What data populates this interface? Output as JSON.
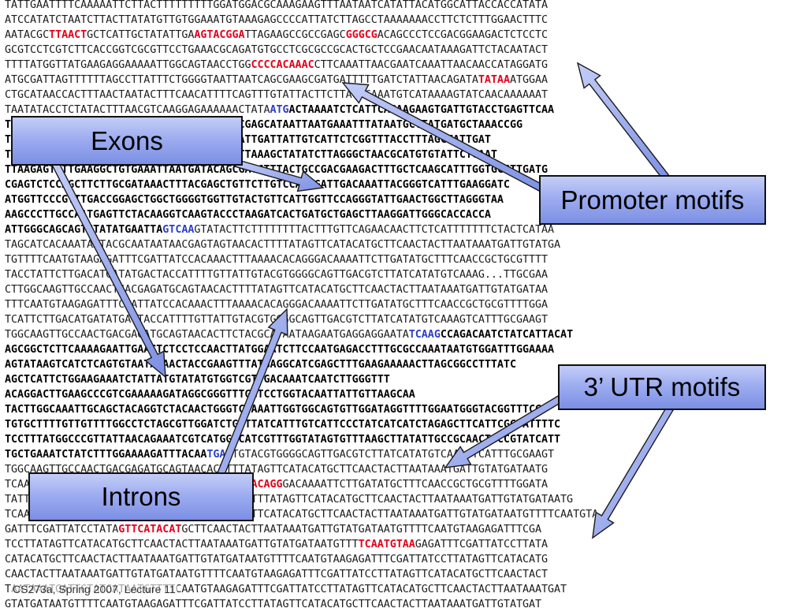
{
  "sequence_lines": [
    {
      "bold": false,
      "segments": [
        {
          "t": "TATTGAATTTTCAAAAATTCTTACTTTTTTTTTGGATGGACGCAAAGAAGTTTAATAATCATATTACATGGCATTACCACCATATA"
        }
      ]
    },
    {
      "bold": false,
      "segments": [
        {
          "t": "ATCCATATCTAATCTTACTTATATGTTGTGGAAATGTAAAGAGCCCCATTATCTTAGCCTAAAAAAACCTTCTCTTTGGAACTTTC"
        }
      ]
    },
    {
      "bold": false,
      "segments": [
        {
          "t": "AATACGC"
        },
        {
          "t": "TTAACT",
          "c": "red"
        },
        {
          "t": "GCTCATTGCTATATTGA"
        },
        {
          "t": "AGTACGGA",
          "c": "red"
        },
        {
          "t": "TTAGAAGCCGCCGAGC"
        },
        {
          "t": "GGGCG",
          "c": "red"
        },
        {
          "t": "ACAGCCCTCCGACGGAAGACTCTCCTC"
        }
      ]
    },
    {
      "bold": false,
      "segments": [
        {
          "t": "GCGTCCTCGTCTTCACCGGTCGCGTTCCTGAAACGCAGATGTGCCTCGCGCCGCACTGCTCCGAACAATAAAGATTCTACAATACT"
        }
      ]
    },
    {
      "bold": false,
      "segments": [
        {
          "t": "TTTTATGGTTATGAAGAGGAAAAATTGGCAGTAACCTGG"
        },
        {
          "t": "CCCCACAAAC",
          "c": "red"
        },
        {
          "t": "CTTCAAATTAACGAATCAAATTAACAACCATAGGATG"
        }
      ]
    },
    {
      "bold": false,
      "segments": [
        {
          "t": "ATGCGATTAGTTTTTTAGCCTTATTTCTGGGGTAATTAATCAGCGAAGCGATGATTTTTGATCTATTAACAGATA"
        },
        {
          "t": "TATAA",
          "c": "red"
        },
        {
          "t": "ATGGAA"
        }
      ]
    },
    {
      "bold": false,
      "segments": [
        {
          "t": "CTGCATAACCACTTTAACTAATACTTTCAACATTTTCAGTTTGTATTACTTCTTATTCAAATGTCATAAAAGTATCAACAAAAAAT"
        }
      ]
    },
    {
      "bold": false,
      "segments": [
        {
          "t": "TAATATACCTCTATACTTTAACGTCAAGGAGAAAAAACTATA"
        },
        {
          "t": "ATG",
          "c": "blue"
        },
        {
          "t": "ACTAAAATCTCATTCAGAAGAAGTGATTGTACCTGAGTTCAA",
          "c": "bold"
        }
      ]
    },
    {
      "bold": true,
      "segments": [
        {
          "t": "TAAGAGTCGTTCCATTGATATTTGGCCGAAAAGTGCCCGAGCATAATTAATGAAATTTATAATGCTTATGATGCTAAACCGG"
        }
      ]
    },
    {
      "bold": true,
      "segments": [
        {
          "t": "TGATTTAAGCTATGCTGGGCAATCTAATGGTGAACATATTGATTATTGTCATTCTCGGTTTACCTTTAGCTATTGAT"
        }
      ]
    },
    {
      "bold": true,
      "segments": [
        {
          "t": "TCATGCAATTTCCTTGGGAACGATGAGATTTCAAGTCTTAAAGCTATATCTTAGGGCTAACGCATGTGTATTCTGAAT"
        }
      ]
    },
    {
      "bold": true,
      "segments": [
        {
          "t": "TTAAGAGTCTTGAAGGCTGTGAAATTAATGATACAGCGAGCTTTACTGCCGACGAAGACTTTGCTCAAGCATTTGGTGCCTTGATG"
        }
      ]
    },
    {
      "bold": true,
      "segments": [
        {
          "t": "CGAGTCTCCAGCTTCTTGCGATAAACTTTACGAGCTGTTCTTGTCCAGAGATTGACAAATTACGGGTCATTTGAAGGATC"
        }
      ]
    },
    {
      "bold": true,
      "segments": [
        {
          "t": "ATGGTTCCCGTTTGACCGGAGCTGGCTGGGGTGGTTGTACTGTTCATTGGTTCCAGGGTATTGAACTGGCTTAGGGTAA"
        }
      ]
    },
    {
      "bold": true,
      "segments": [
        {
          "t": "AAGCCCTTGCCAATGAGTTCTACAAGGTCAAGTACCCTAAGATCACTGATGCTGAGCTTAAGGATTGGGCACCACCA"
        }
      ]
    },
    {
      "bold": false,
      "segments": [
        {
          "t": "ATTGGGCAGCAGTCTATATGAATTA",
          "c": "bold"
        },
        {
          "t": "GTCAA",
          "c": "blue"
        },
        {
          "t": "GTATACTTCTTTTTTTTACTTTGTTCAGAACAACTTCTCATTTTTTTCTACTCATAA"
        }
      ]
    },
    {
      "bold": false,
      "segments": [
        {
          "t": "TAGCATCACAAATAATACGCAATAATAACGAGTAGTAACACTTTTATAGTTCATACATGCTTCAACTACTTAATAAATGATTGTATGA"
        }
      ]
    },
    {
      "bold": false,
      "segments": [
        {
          "t": "TGTTTTCAATGTAAGAGATTTCGATTATCCACAAACTTTAAAACACAGGGACAAAATTCTTGATATGCTTTCAACCGCTGCGTTTT"
        }
      ]
    },
    {
      "bold": false,
      "segments": [
        {
          "t": "TACCTATTCTTGACATGATATGACTACCATTTTGTTATTGTACGTGGGGCAGTTGACGTCTTATCATATGTCAAAG...TTGCGAA"
        }
      ]
    },
    {
      "bold": false,
      "segments": [
        {
          "t": "CTTGGCAAGTTGCCAACTGACGAGATGCAGTAACACTTTTATAGTTCATACATGCTTCAACTACTTAATAAATGATTGTATGATAA"
        }
      ]
    },
    {
      "bold": false,
      "segments": [
        {
          "t": "TTTCAATGTAAGAGATTTCGATTATCCACAAACTTTAAAACACAGGGACAAAATTCTTGATATGCTTTCAACCGCTGCGTTTTGGA"
        }
      ]
    },
    {
      "bold": false,
      "segments": [
        {
          "t": "TCATTCTTGACATGATATGACTACCATTTTGTTATTGTACGTGGGGCAGTTGACGTCTTATCATATGTCAAAGTCATTTGCGAAGT"
        }
      ]
    },
    {
      "bold": false,
      "segments": [
        {
          "t": "TGGCAAGTTGCCAACTGACGAGATGCAGTAACACTTCTACGCATAATAAGAATGAGGAGGAATA"
        },
        {
          "t": "TCAAG",
          "c": "blue"
        },
        {
          "t": "CCAGACAATCTATCATTACAT",
          "c": "bold"
        }
      ]
    },
    {
      "bold": true,
      "segments": [
        {
          "t": "AGCGGCTCTTCAAAAGAATTGAACTCTCCTCCAACTTATGGAATCTTCCAATGAGACCTTTGCGCCAAATAATGTGGATTTGGAAAA"
        }
      ]
    },
    {
      "bold": true,
      "segments": [
        {
          "t": "AGTATAAGTCATCTCAGTGTAATATAACTACCGAAGTTTATGAGGCATCGAGCTTTGAAGAAAAACTTAGCGGCCTTTATC"
        }
      ]
    },
    {
      "bold": true,
      "segments": [
        {
          "t": "AGCTCATTCTGGAAGAAATCTATTATGTATATGTGGTCGTTGACAAATCAATCTTGGGTTT"
        }
      ]
    },
    {
      "bold": true,
      "segments": [
        {
          "t": "ACAGGACTTGAAGCCCGTCGAAAAAGATAGGCGGGTTTGGTCCTGGTACAATTATTGTTAAGCAA"
        }
      ]
    },
    {
      "bold": true,
      "segments": [
        {
          "t": "TACTTGGCAAATTGCAGCTACAGGTCTACAACTGGGTCTAAATTGGTGGCAGTGTTGGATAGGTTTTGGAATGGGTACGGTTTCG"
        }
      ]
    },
    {
      "bold": true,
      "segments": [
        {
          "t": "TGTGCTTTTGTTGTTTTGGCCTCTAGCGTTGGATCTGCTTATCATTTGTCATTCCCTATCATCATCTAGAGCTTCATTCGGTATTTTC"
        }
      ]
    },
    {
      "bold": true,
      "segments": [
        {
          "t": "TCCTTTATGGCCCGTTATTAACAGAAATCGTCATGGCCATCGTTTGGTATAGTGTTTAAGCTTATATTGCCGCAACTCCCGTATCATT"
        }
      ]
    },
    {
      "bold": false,
      "segments": [
        {
          "t": "TGCTGAAATCTATCTTTGGAAAAGATTTACAA",
          "c": "bold"
        },
        {
          "t": "TGA",
          "c": "blue"
        },
        {
          "t": "TTGTACGTGGGGCAGTTGACGTCTTATCATATGTCAAAGTCATTTGCGAAGT"
        }
      ]
    },
    {
      "bold": false,
      "segments": [
        {
          "t": "TGGCAAGTTGCCAACTGACGAGATGCAGTAACACTTTTATAGTTCATACATGCTTCAACTACTTAATAAATGATTGTATGATAATG"
        }
      ]
    },
    {
      "bold": false,
      "segments": [
        {
          "t": "TCAATGTAAGAGATTTCGATTATCCACAAACTTTAA"
        },
        {
          "t": "AACACAGG",
          "c": "red"
        },
        {
          "t": "GACAAAATTCTTGATATGCTTTCAACCGCTGCGTTTTGGATA"
        }
      ]
    },
    {
      "bold": false,
      "segments": [
        {
          "t": "TATTCTTGACATGATATGACTACCATTTTGTTATTGTTATTTATAGTTCATACATGCTTCAACTACTTAATAAATGATTGTATGATAATG"
        }
      ]
    },
    {
      "bold": false,
      "segments": [
        {
          "t": "TCAATGTAAGAGATTTCGATTATCCACAAACTTTAATAGTTCATACATGCTTCAACTACTTAATAAATGATTGTATGATAATGTTTTCAATGTA"
        }
      ]
    },
    {
      "bold": false,
      "segments": [
        {
          "t": "GATTTCGATTATCCTATA"
        },
        {
          "t": "GTTCATACAT",
          "c": "red"
        },
        {
          "t": "GCTTCAACTACTTAATAAATGATTGTATGATAATGTTTTCAATGTAAGAGATTTCGA"
        }
      ]
    },
    {
      "bold": false,
      "segments": [
        {
          "t": "TCCTTATAGTTCATACATGCTTCAACTACTTAATAAATGATTGTATGATAATGTTT"
        },
        {
          "t": "TCAATGTAA",
          "c": "red"
        },
        {
          "t": "GAGATTTCGATTATCCTTATA"
        }
      ]
    },
    {
      "bold": false,
      "segments": [
        {
          "t": "CATACATGCTTCAACTACTTAATAAATGATTGTATGATAATGTTTTCAATGTAAGAGATTTCGATTATCCTTATAGTTCATACATG"
        }
      ]
    },
    {
      "bold": false,
      "segments": [
        {
          "t": "CAACTACTTAATAAATGATTGTATGATAATGTTTTCAATGTAAGAGATTTCGATTATCCTTATAGTTCATACATGCTTCAACTACT"
        }
      ]
    },
    {
      "bold": false,
      "segments": [
        {
          "t": "TAATAAATGATTGTATGATAATGTTTTCAATGTAAGAGATTTCGATTATCCTTATAGTTCATACATGCTTCAACTACTTAATAAATGAT"
        }
      ]
    },
    {
      "bold": false,
      "segments": [
        {
          "t": "GTATGATAATGTTTTCAATGTAAGAGATTTCGATTATCCTTATAGTTCATACATGCTTCAACTACTTAATAAATGATTGTATGAT"
        }
      ]
    }
  ],
  "callouts": {
    "exons": "Exons",
    "promoter": "Promoter motifs",
    "utr3": "3’ UTR motifs",
    "introns": "Introns"
  },
  "footer": "CS273a, Spring 2007, Lecture 11",
  "colors": {
    "motif_red": "#e3001b",
    "codon_blue": "#2c3dc8",
    "callout_fill": "#9eadf0",
    "arrow_fill": "#9ba9f0"
  }
}
